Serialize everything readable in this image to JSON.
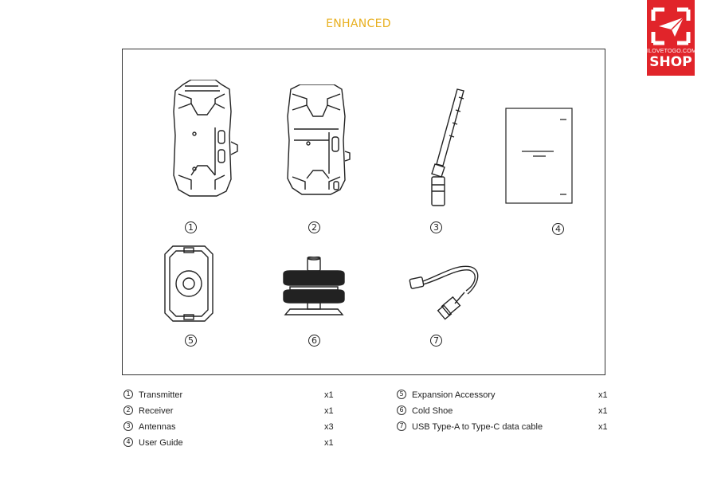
{
  "heading": "ENHANCED",
  "logo": {
    "url_text": "ILOVETOGO.COM/",
    "shop_text": "SHOP",
    "color": "#e1242a"
  },
  "accent_color": "#e8b020",
  "figure_numbers": [
    "1",
    "2",
    "3",
    "4",
    "5",
    "6",
    "7"
  ],
  "items": [
    {
      "num": "1",
      "label": "Transmitter",
      "qty": "x1"
    },
    {
      "num": "2",
      "label": "Receiver",
      "qty": "x1"
    },
    {
      "num": "3",
      "label": "Antennas",
      "qty": "x3"
    },
    {
      "num": "4",
      "label": "User Guide",
      "qty": "x1"
    },
    {
      "num": "5",
      "label": "Expansion Accessory",
      "qty": "x1"
    },
    {
      "num": "6",
      "label": "Cold Shoe",
      "qty": "x1"
    },
    {
      "num": "7",
      "label": "USB Type-A to Type-C data cable",
      "qty": "x1"
    }
  ]
}
